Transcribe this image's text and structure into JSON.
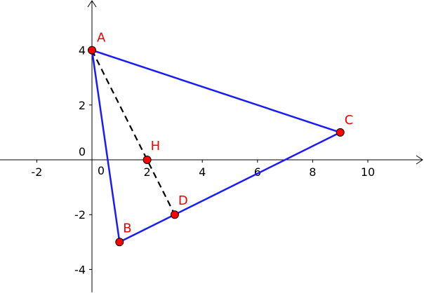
{
  "axes": {
    "x_ticks": [
      {
        "value": -2,
        "label": "-2"
      },
      {
        "value": 2,
        "label": "2"
      },
      {
        "value": 4,
        "label": "4"
      },
      {
        "value": 6,
        "label": "6"
      },
      {
        "value": 8,
        "label": "8"
      },
      {
        "value": 10,
        "label": "10"
      }
    ],
    "y_ticks": [
      {
        "value": 4,
        "label": "4"
      },
      {
        "value": 2,
        "label": "2"
      },
      {
        "value": -2,
        "label": "-2"
      },
      {
        "value": -4,
        "label": "-4"
      }
    ],
    "origin_x_label": "0",
    "origin_y_label": "0",
    "xlim": [
      -3.3,
      12
    ],
    "ylim": [
      -4.8,
      5.8
    ]
  },
  "points": {
    "A": {
      "label": "A",
      "x": 0,
      "y": 4
    },
    "B": {
      "label": "B",
      "x": 1,
      "y": -3
    },
    "C": {
      "label": "C",
      "x": 9,
      "y": 1
    },
    "D": {
      "label": "D",
      "x": 3,
      "y": -2
    },
    "H": {
      "label": "H",
      "x": 2,
      "y": 0
    }
  },
  "colors": {
    "triangle": "#1a1aff",
    "dashed": "#000000",
    "point_fill": "#ff0000",
    "point_label": "#ee0000",
    "axis": "#000000"
  }
}
